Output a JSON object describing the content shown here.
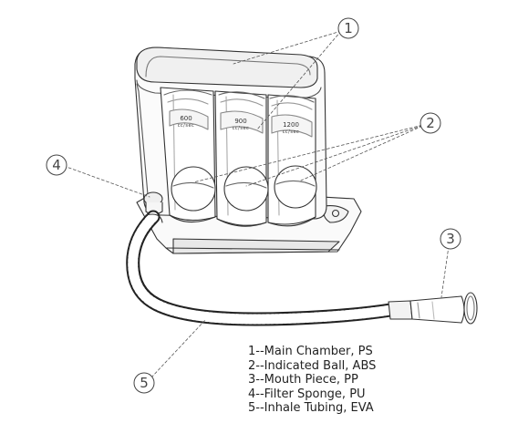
{
  "callouts": [
    {
      "number": "1"
    },
    {
      "number": "2"
    },
    {
      "number": "3"
    },
    {
      "number": "4"
    },
    {
      "number": "5"
    }
  ],
  "chambers": [
    {
      "value": "600",
      "unit": "cc/sec"
    },
    {
      "value": "900",
      "unit": "cc/sec"
    },
    {
      "value": "1200",
      "unit": "cc/sec"
    }
  ],
  "legend": [
    "1--Main Chamber, PS",
    "2--Indicated Ball, ABS",
    "3--Mouth Piece, PP",
    "4--Filter Sponge, PU",
    "5--Inhale Tubing, EVA"
  ]
}
